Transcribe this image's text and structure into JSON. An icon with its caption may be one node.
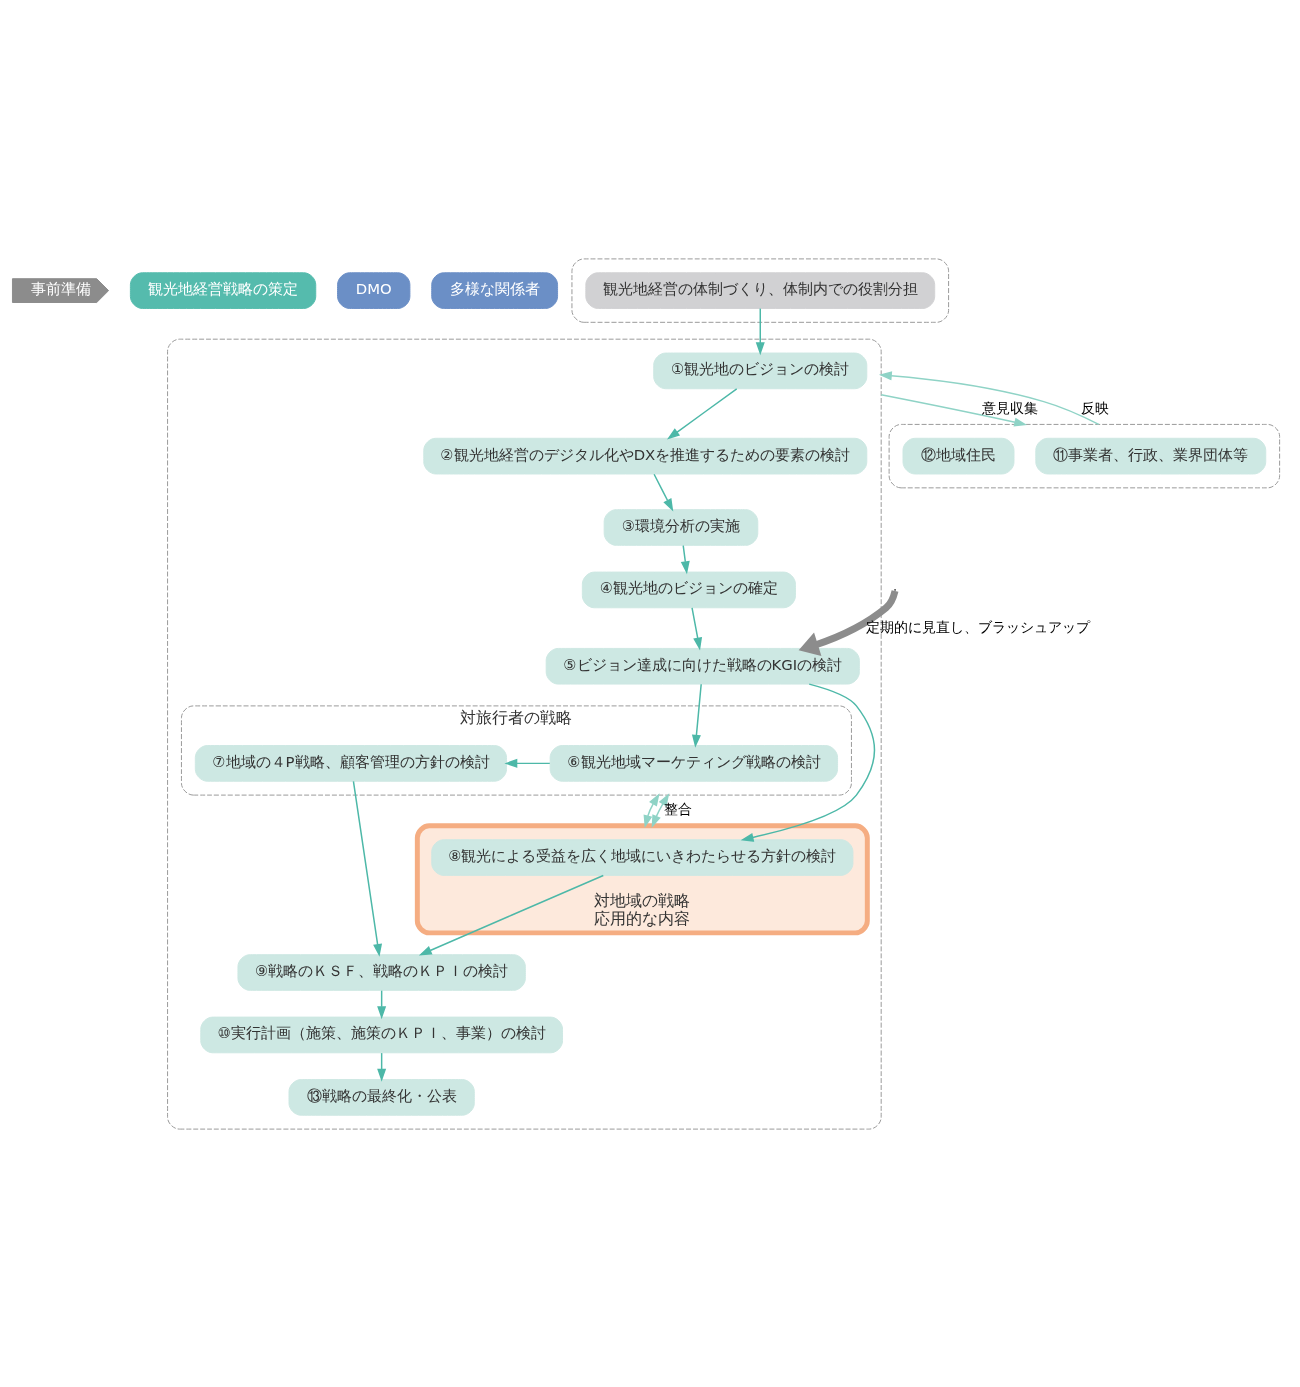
{
  "diagram": {
    "nodes": [
      {
        "text": [
          "事前準備"
        ]
      },
      {
        "text": [
          "観光地経営戦略の策定"
        ]
      },
      {
        "text": [
          "DMO"
        ]
      },
      {
        "text": [
          "多様な関係者"
        ]
      },
      {
        "text": [],
        "shape": "box"
      },
      {
        "text": [
          "観光地経営の体制づくり、体制内での役割分担"
        ],
        "in": 4
      },
      {
        "text": [],
        "shape": "box"
      },
      {
        "text": [
          "①観光地のビジョンの検討"
        ],
        "in": 6
      },
      {
        "text": [
          "②観光地経営のデジタル化やDXを推進するための要素の検討"
        ],
        "in": 6
      },
      {
        "text": [
          "③環境分析の実施"
        ],
        "in": 6
      },
      {
        "text": [
          "④観光地のビジョンの確定"
        ],
        "in": 6
      },
      {
        "text": [
          "⑤ビジョン達成に向けた戦略のKGIの検討"
        ],
        "in": 6
      },
      {
        "text": [
          "対旅行者の戦略"
        ],
        "in": 6
      },
      {
        "text": [
          "⑥観光地域マーケティング戦略の検討"
        ],
        "in": 12
      },
      {
        "text": [
          "⑦地域の４P戦略、顧客管理の方針の検討"
        ],
        "in": 12
      },
      {
        "text": [
          "対地域の戦略",
          "応用的な内容"
        ],
        "in": 6
      },
      {
        "text": [
          "⑧観光による受益を広く地域にいきわたらせる方針の検討"
        ],
        "in": 15
      },
      {
        "text": [
          "⑨戦略のＫＳＦ、戦略のＫＰＩの検討"
        ],
        "in": 6
      },
      {
        "text": [
          "⑩実行計画（施策、施策のＫＰＩ、事業）の検討"
        ],
        "in": 6
      },
      {
        "text": [
          "⑬戦略の最終化・公表"
        ],
        "in": 6
      },
      {
        "text": [],
        "shape": "box"
      },
      {
        "text": [
          "⑪事業者、行政、業界団体等"
        ],
        "in": 20
      },
      {
        "text": [
          "⑫地域住民"
        ],
        "in": 20
      }
    ],
    "edges": [
      {
        "from": null,
        "to": 11,
        "arrow": "to",
        "label": "定期的に見直し、ブラッシュアップ",
        "style": "thick",
        "color": "#8c8c8c"
      },
      {
        "from": 5,
        "to": 7,
        "arrow": "to"
      },
      {
        "from": 7,
        "to": 8,
        "arrow": "to"
      },
      {
        "from": 8,
        "to": 9,
        "arrow": "to"
      },
      {
        "from": 9,
        "to": 10,
        "arrow": "to"
      },
      {
        "from": 10,
        "to": 11,
        "arrow": "to"
      },
      {
        "from": 11,
        "to": 13,
        "arrow": "to"
      },
      {
        "from": 11,
        "to": 16,
        "arrow": "to"
      },
      {
        "from": 13,
        "to": 14,
        "arrow": "to"
      },
      {
        "from": 14,
        "to": 17,
        "arrow": "to"
      },
      {
        "from": 16,
        "to": 17,
        "arrow": "to"
      },
      {
        "from": 12,
        "to": 15,
        "arrow": "both",
        "label": "整合",
        "color": "#8fd3c6"
      },
      {
        "from": 12,
        "to": 15,
        "arrow": "both",
        "color": "#8fd3c6"
      },
      {
        "from": 17,
        "to": 18,
        "arrow": "to"
      },
      {
        "from": 18,
        "to": 19,
        "arrow": "to"
      },
      {
        "from": 6,
        "to": 20,
        "arrow": "to",
        "label": "意見収集",
        "color": "#8fd3c6"
      },
      {
        "from": 20,
        "to": 6,
        "arrow": "to",
        "label": "反映",
        "color": "#8fd3c6"
      }
    ]
  }
}
